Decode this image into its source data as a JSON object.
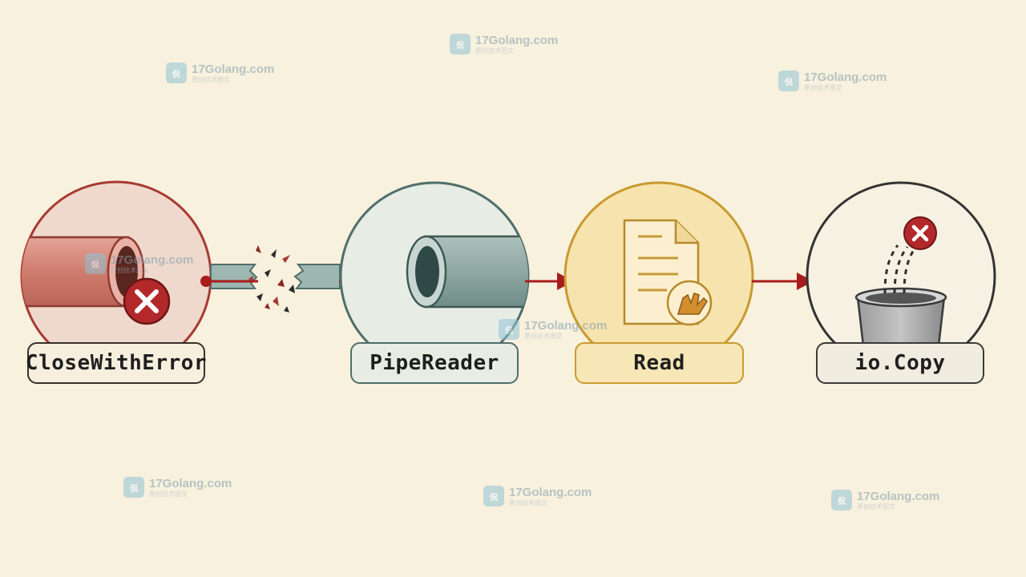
{
  "nodes": {
    "close_with_error": "CloseWithError",
    "pipe_reader": "PipeReader",
    "read": "Read",
    "io_copy": "io.Copy"
  },
  "watermark": {
    "site": "17Golang.com",
    "subtitle": "原创技术图文"
  },
  "colors": {
    "background": "#f8f1dd",
    "error_red": "#b3292b",
    "arrow_red": "#a81c1c",
    "pipe_teal": "#5f8580",
    "read_gold": "#c99a30",
    "dark_outline": "#333333"
  }
}
